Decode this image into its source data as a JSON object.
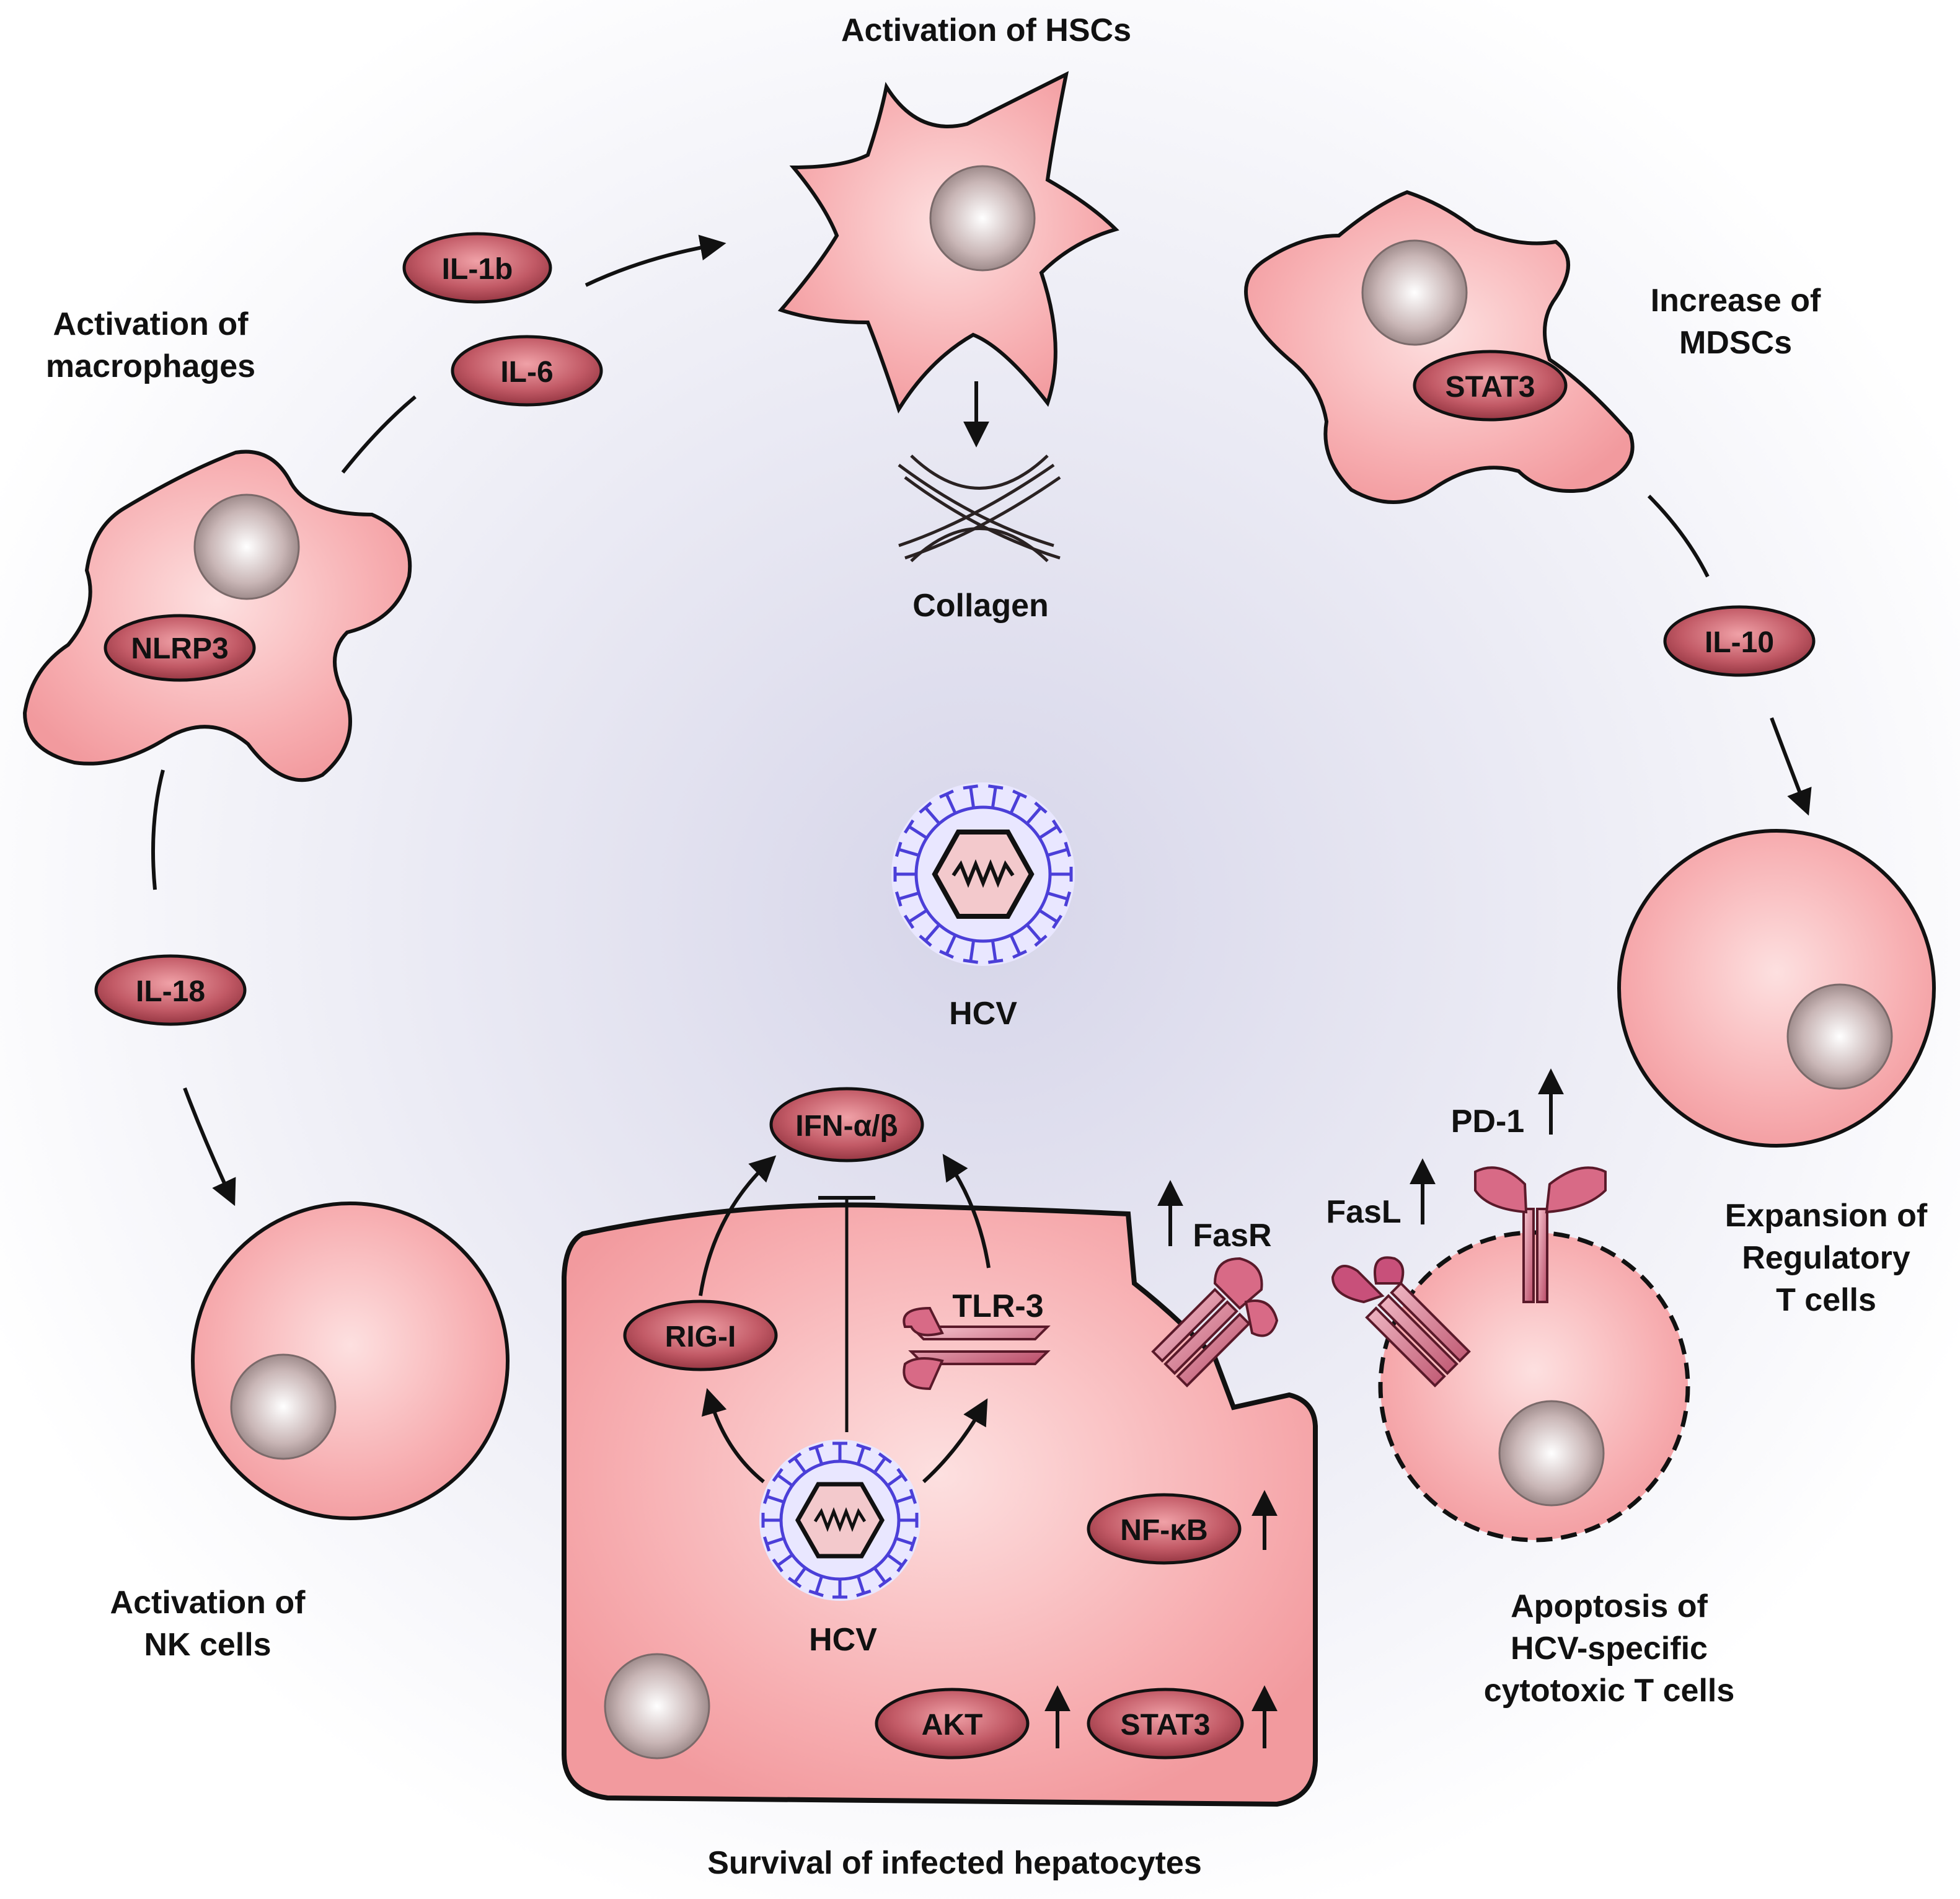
{
  "labels": {
    "hscs": "Activation of HSCs",
    "macrophages": [
      "Activation of",
      "macrophages"
    ],
    "mdscs": [
      "Increase of",
      "MDSCs"
    ],
    "collagen": "Collagen",
    "hcv_center": "HCV",
    "tregs": [
      "Expansion of",
      "Regulatory",
      "T cells"
    ],
    "nk": [
      "Activation of",
      "NK cells"
    ],
    "apoptosis": [
      "Apoptosis of",
      "HCV-specific",
      "cytotoxic T cells"
    ],
    "hepatocytes": "Survival of infected hepatocytes",
    "hcv_cell": "HCV",
    "tlr3": "TLR-3",
    "fasr": "FasR",
    "fasl": "FasL",
    "pd1": "PD-1"
  },
  "molecules": {
    "il1b": "IL-1b",
    "il6": "IL-6",
    "nlrp3": "NLRP3",
    "stat3_mdsc": "STAT3",
    "il10": "IL-10",
    "il18": "IL-18",
    "ifn": "IFN-α/β",
    "rigi": "RIG-I",
    "nfkb": "NF-κB",
    "akt": "AKT",
    "stat3_hep": "STAT3"
  },
  "colors": {
    "cell_fill": "#f6a3a6",
    "cell_fill_light": "#fde4e4",
    "oval_fill": "#c45c66",
    "oval_dark": "#8b2e3a",
    "nucleus": "#cfc0c0",
    "virus": "#5a4fe0",
    "receptor": "#d86a86",
    "background_center": "#d9d8ea"
  }
}
